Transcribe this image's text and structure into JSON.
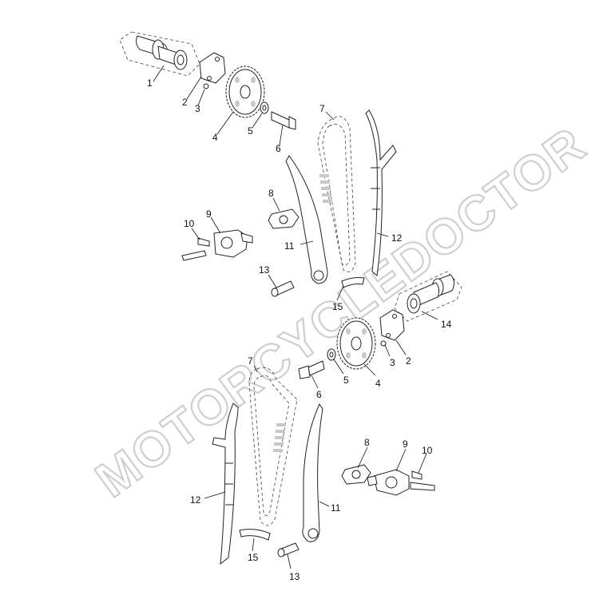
{
  "watermark": "MOTORCYCLEDOCTOR",
  "callouts": [
    {
      "id": "c1",
      "label": "1"
    },
    {
      "id": "c2",
      "label": "2"
    },
    {
      "id": "c3",
      "label": "3"
    },
    {
      "id": "c4",
      "label": "4"
    },
    {
      "id": "c5",
      "label": "5"
    },
    {
      "id": "c6",
      "label": "6"
    },
    {
      "id": "c7",
      "label": "7"
    },
    {
      "id": "c8",
      "label": "8"
    },
    {
      "id": "c9",
      "label": "9"
    },
    {
      "id": "c10",
      "label": "10"
    },
    {
      "id": "c11",
      "label": "11"
    },
    {
      "id": "c12",
      "label": "12"
    },
    {
      "id": "c13",
      "label": "13"
    },
    {
      "id": "c14",
      "label": "14"
    },
    {
      "id": "c15",
      "label": "15"
    },
    {
      "id": "c2b",
      "label": "2"
    },
    {
      "id": "c3b",
      "label": "3"
    },
    {
      "id": "c4b",
      "label": "4"
    },
    {
      "id": "c5b",
      "label": "5"
    },
    {
      "id": "c6b",
      "label": "6"
    },
    {
      "id": "c7b",
      "label": "7"
    },
    {
      "id": "c8b",
      "label": "8"
    },
    {
      "id": "c9b",
      "label": "9"
    },
    {
      "id": "c10b",
      "label": "10"
    },
    {
      "id": "c11b",
      "label": "11"
    },
    {
      "id": "c12b",
      "label": "12"
    },
    {
      "id": "c13b",
      "label": "13"
    },
    {
      "id": "c15b",
      "label": "15"
    }
  ]
}
